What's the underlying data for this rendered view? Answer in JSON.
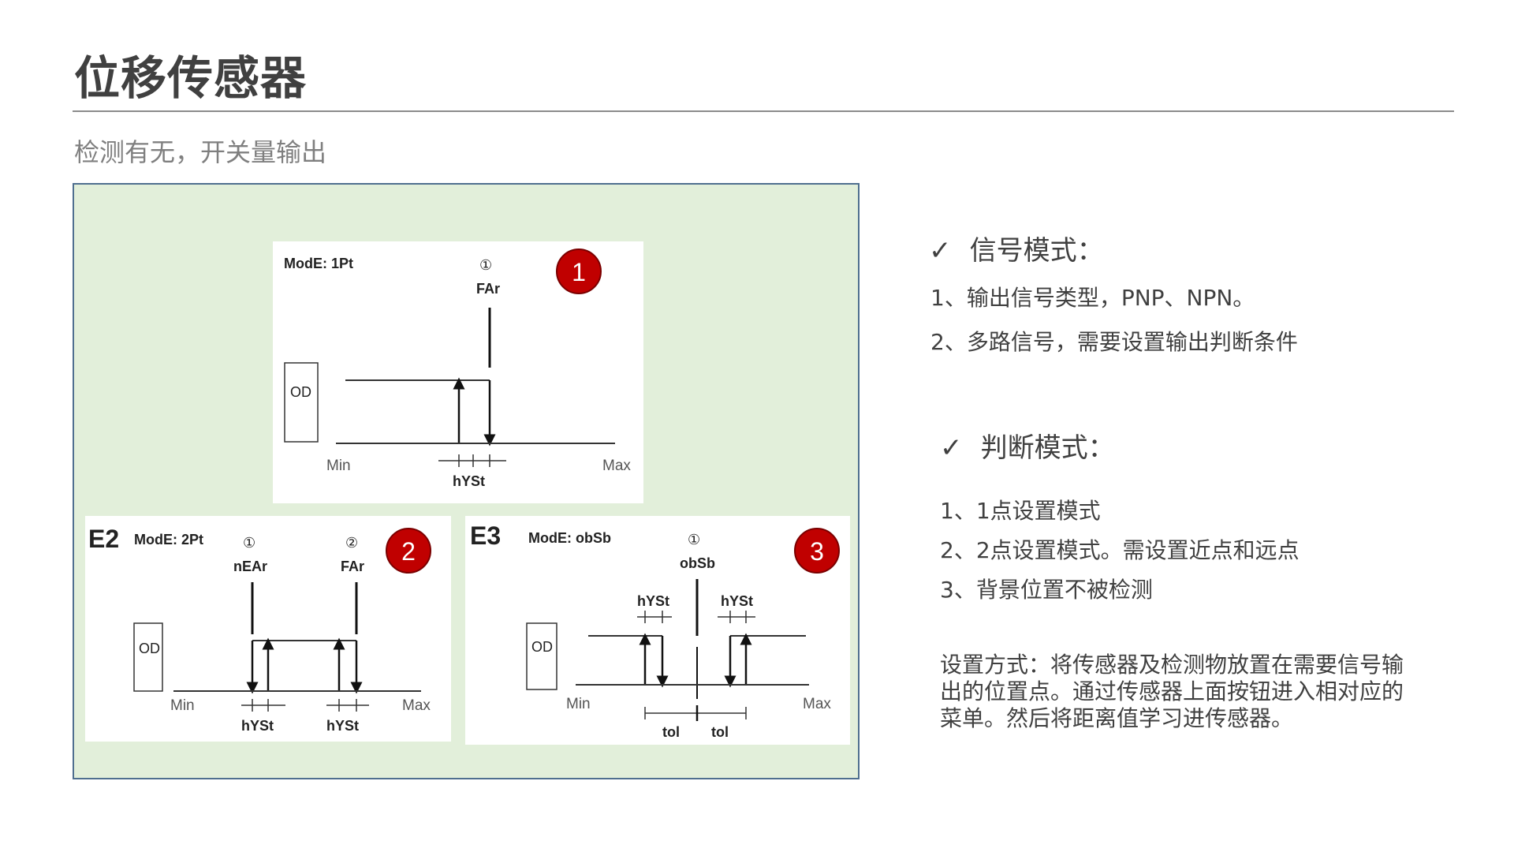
{
  "page": {
    "title": "位移传感器",
    "subtitle": "检测有无，开关量输出"
  },
  "figure": {
    "panel1": {
      "badge": "1",
      "mode": "ModE: 1Pt",
      "circle1": "①",
      "far": "FAr",
      "od": "OD",
      "min": "Min",
      "max": "Max",
      "hyst": "hYSt"
    },
    "panel2": {
      "badge": "2",
      "code": "E2",
      "mode": "ModE: 2Pt",
      "circle1": "①",
      "circle2": "②",
      "near": "nEAr",
      "far": "FAr",
      "od": "OD",
      "min": "Min",
      "max": "Max",
      "hyst1": "hYSt",
      "hyst2": "hYSt"
    },
    "panel3": {
      "badge": "3",
      "code": "E3",
      "mode": "ModE: obSb",
      "circle1": "①",
      "obsb": "obSb",
      "hyst1": "hYSt",
      "hyst2": "hYSt",
      "od": "OD",
      "min": "Min",
      "max": "Max",
      "tol1": "tol",
      "tol2": "tol"
    },
    "badge_color": "#c00000"
  },
  "right": {
    "check_mark": "✓",
    "signal": {
      "heading": "信号模式：",
      "items": [
        "1、输出信号类型，PNP、NPN。",
        "2、多路信号，需要设置输出判断条件"
      ]
    },
    "judge": {
      "heading": "判断模式：",
      "items": [
        "1、1点设置模式",
        "2、2点设置模式。需设置近点和远点",
        "3、背景位置不被检测"
      ]
    },
    "setup": "设置方式：将传感器及检测物放置在需要信号输出的位置点。通过传感器上面按钮进入相对应的菜单。然后将距离值学习进传感器。"
  }
}
